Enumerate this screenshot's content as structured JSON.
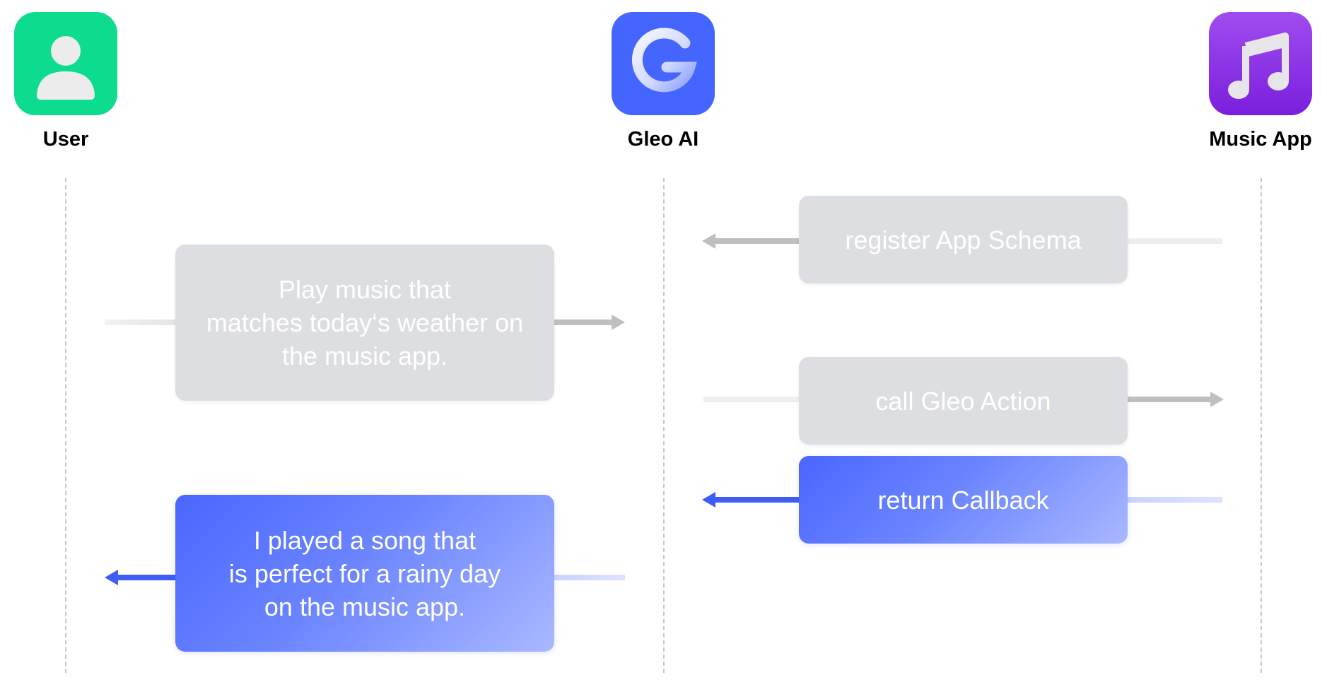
{
  "actors": {
    "user": {
      "label": "User",
      "icon": "user-avatar-icon",
      "color": "#0ddc8f"
    },
    "gleo": {
      "label": "Gleo AI",
      "icon": "gleo-logo-icon",
      "color": "#4565ff"
    },
    "music": {
      "label": "Music App",
      "icon": "music-note-icon",
      "color": "#8a2fe6"
    }
  },
  "messages": {
    "register": "register App Schema",
    "request": "Play music that\nmatches today‘s weather on\nthe music app.",
    "call_action": "call Gleo Action",
    "callback": "return Callback",
    "response": "I played a song that\nis perfect for a rainy day\non the music app."
  },
  "colors": {
    "gray_box": "#dcdee2",
    "gray_arrow": "#bfbfbf",
    "blue_arrow": "#3f5cf5",
    "blue_box_start": "#4a66ff",
    "blue_box_end": "#a9b8ff"
  }
}
